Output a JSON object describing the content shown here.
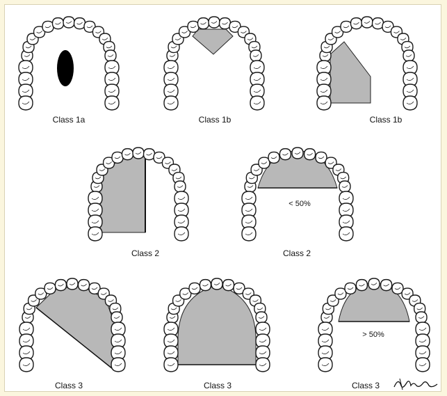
{
  "figures": [
    {
      "caption": "Class 1a",
      "note": ""
    },
    {
      "caption": "Class 1b",
      "note": ""
    },
    {
      "caption": "Class 1b",
      "note": ""
    },
    {
      "caption": "Class 2",
      "note": ""
    },
    {
      "caption": "Class 2",
      "note": "< 50%"
    },
    {
      "caption": "Class 3",
      "note": ""
    },
    {
      "caption": "Class 3",
      "note": ""
    },
    {
      "caption": "Class 3",
      "note": "> 50%"
    }
  ],
  "colors": {
    "background": "#fbf6de",
    "panel": "#ffffff",
    "ink": "#1a1a1a",
    "defect_fill": "#b8b8b8",
    "perforation": "#000000"
  },
  "signature": {
    "kind": "handwritten-signature"
  }
}
